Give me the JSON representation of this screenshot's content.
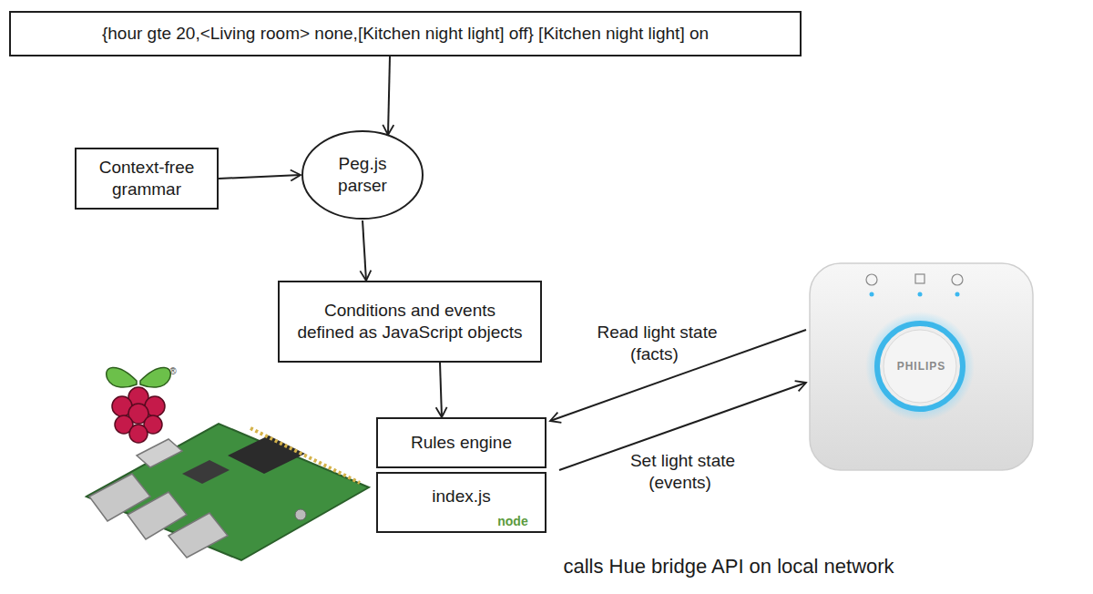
{
  "diagram": {
    "nodes": [
      {
        "text": [
          "{hour gte 20,<Living room> none,[Kitchen night light] off} [Kitchen night light] on"
        ]
      },
      {
        "text": [
          "Context-free grammar"
        ]
      },
      {
        "text": [
          "Peg.js parser"
        ]
      },
      {
        "text": [
          "Conditions and events defined as JavaScript objects"
        ]
      },
      {
        "text": [
          "Rules engine"
        ]
      },
      {
        "text": [
          "index.js"
        ]
      },
      {
        "text": [
          "PHILIPS"
        ]
      }
    ],
    "edges": [
      {
        "from": 0,
        "to": 2,
        "arrow": "to"
      },
      {
        "from": 1,
        "to": 2,
        "arrow": "to"
      },
      {
        "from": 2,
        "to": 3,
        "arrow": "to"
      },
      {
        "from": 3,
        "to": 4,
        "arrow": "to"
      },
      {
        "from": 6,
        "to": 4,
        "label": "Read light state (facts)",
        "arrow": "to"
      },
      {
        "from": 4,
        "to": 6,
        "label": "Set light state (events)",
        "arrow": "to"
      }
    ],
    "labels": [
      "node",
      "®",
      "calls Hue bridge API on local network"
    ]
  }
}
